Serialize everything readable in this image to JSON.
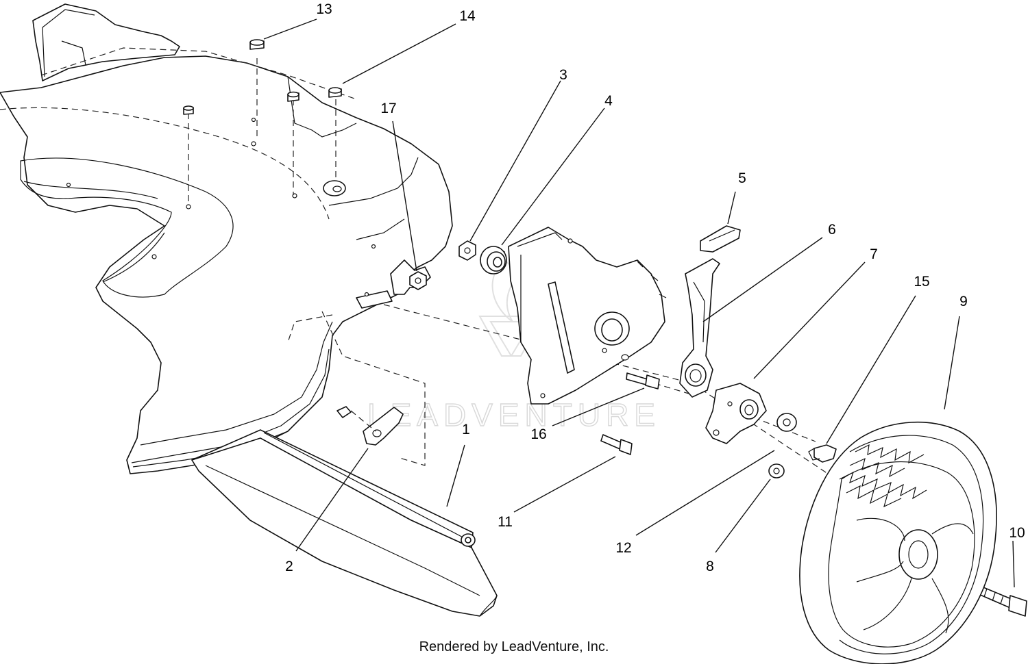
{
  "diagram": {
    "callouts": [
      {
        "label": "1"
      },
      {
        "label": "2"
      },
      {
        "label": "3"
      },
      {
        "label": "4"
      },
      {
        "label": "5"
      },
      {
        "label": "6"
      },
      {
        "label": "7"
      },
      {
        "label": "8"
      },
      {
        "label": "9"
      },
      {
        "label": "10"
      },
      {
        "label": "11"
      },
      {
        "label": "12"
      },
      {
        "label": "13"
      },
      {
        "label": "14"
      },
      {
        "label": "15"
      },
      {
        "label": "16"
      },
      {
        "label": "17"
      }
    ]
  },
  "watermark": {
    "text": "LEADVENTURE"
  },
  "footer": {
    "credit": "Rendered by LeadVenture, Inc."
  }
}
